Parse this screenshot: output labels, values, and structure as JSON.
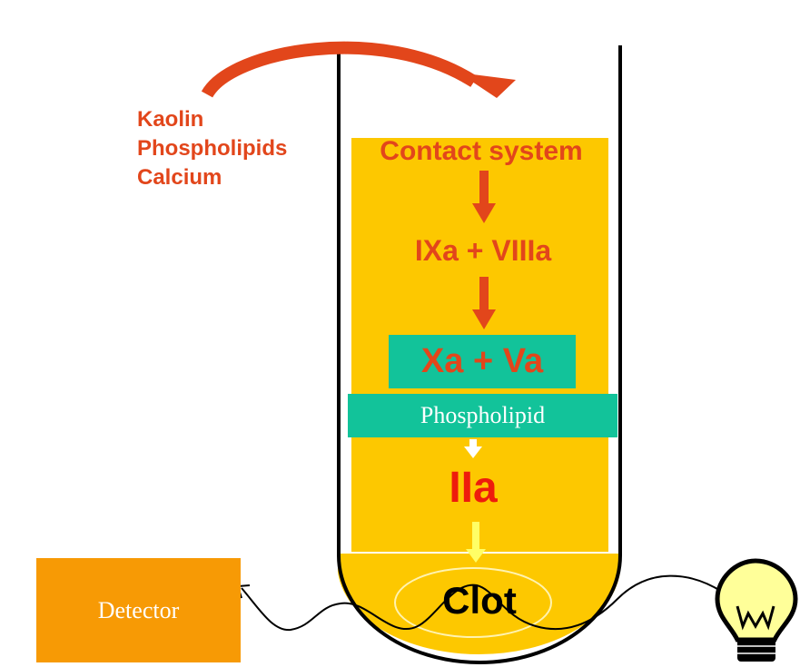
{
  "reagents": [
    "Kaolin",
    "Phospholipids",
    "Calcium"
  ],
  "cascade": {
    "step1": "Contact system",
    "step2": "IXa + VIIIa",
    "step3": "Xa + Va",
    "surface": "Phospholipid",
    "step4": "IIa",
    "product": "Clot"
  },
  "detector": "Detector",
  "icons": {
    "curved_arrow": "curved-arrow-icon",
    "light_source": "light-bulb-icon"
  },
  "colors": {
    "reagent_text": "#e2461b",
    "tube_fill": "#fdc800",
    "complex_box": "#12c39a",
    "detector_box": "#f79a05",
    "thrombin_text": "#ee1c0c"
  }
}
